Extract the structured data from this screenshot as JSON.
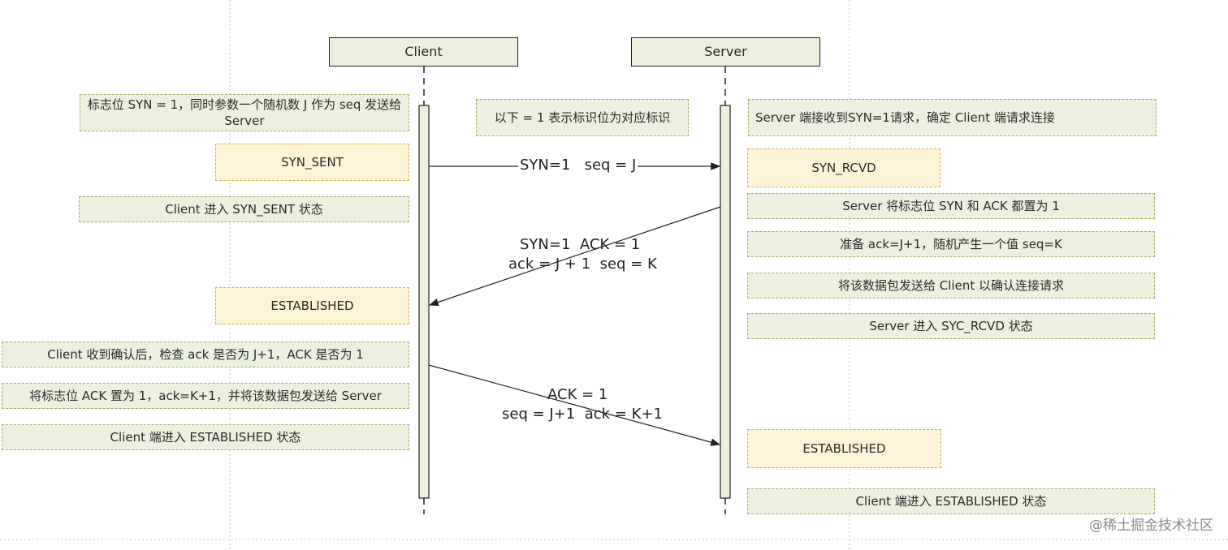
{
  "actors": {
    "client": "Client",
    "server": "Server"
  },
  "client_notes": {
    "syn_send": "标志位 SYN = 1，同时参数一个随机数 J 作为 seq 发送给 Server",
    "enter_syn_sent": "Client 进入 SYN_SENT 状态",
    "check_ack": "Client 收到确认后，检查 ack 是否为 J+1，ACK 是否为 1",
    "set_ack": "将标志位 ACK 置为 1，ack=K+1，并将该数据包发送给 Server",
    "enter_established": "Client 端进入 ESTABLISHED 状态"
  },
  "client_states": {
    "syn_sent": "SYN_SENT",
    "established": "ESTABLISHED"
  },
  "center_note": "以下 = 1 表示标识位为对应标识",
  "server_notes": {
    "receive_syn": "Server 端接收到SYN=1请求，确定 Client 端请求连接",
    "set_flags": "Server 将标志位 SYN 和 ACK 都置为 1",
    "prepare_ack": "准备 ack=J+1，随机产生一个值 seq=K",
    "send_packet": "将该数据包发送给 Client 以确认连接请求",
    "enter_syc_rcvd": "Server 进入 SYC_RCVD 状态",
    "enter_established": "Client 端进入 ESTABLISHED 状态"
  },
  "server_states": {
    "syn_rcvd": "SYN_RCVD",
    "established": "ESTABLISHED"
  },
  "messages": {
    "m1": "SYN=1   seq = J",
    "m2_line1": "SYN=1  ACK = 1",
    "m2_line2": "ack = J + 1  seq = K",
    "m3_line1": "ACK = 1",
    "m3_line2": "seq = J+1  ack = K+1"
  },
  "watermark": "@稀土掘金技术社区",
  "colors": {
    "note_fill": "#ebf1de",
    "state_fill": "#fdf3d6",
    "line": "#222222"
  }
}
